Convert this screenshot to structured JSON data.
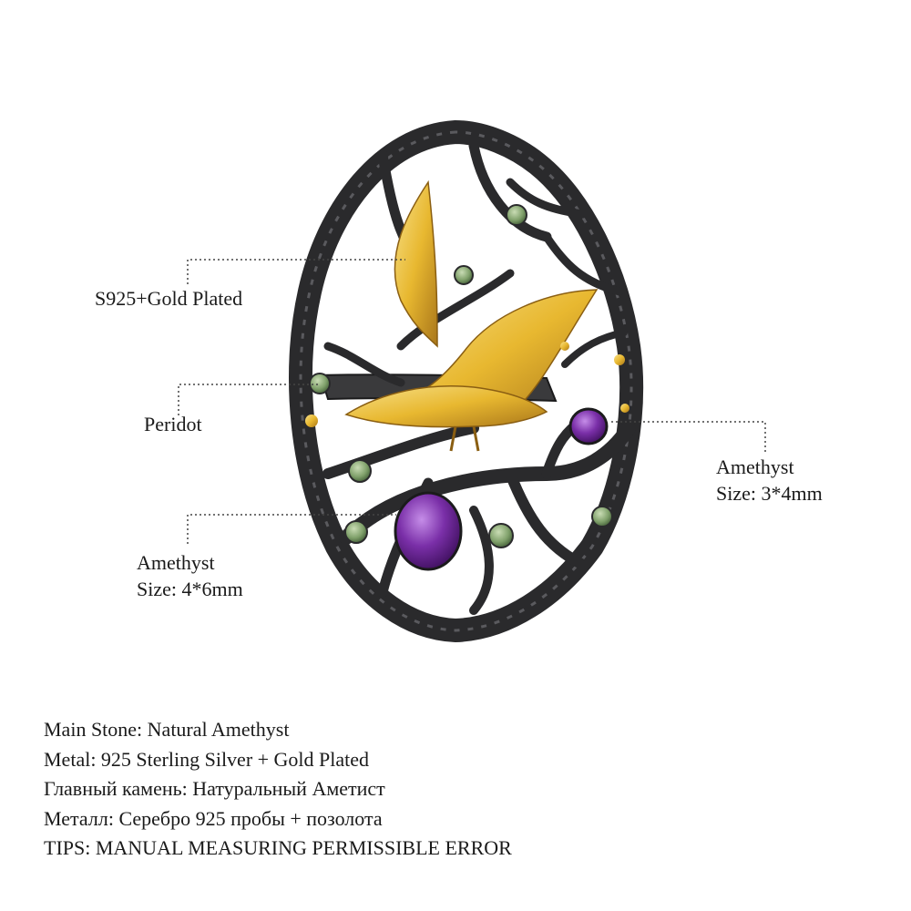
{
  "callouts": {
    "metal": {
      "text": "S925+Gold Plated"
    },
    "side_stone": {
      "text": "Peridot"
    },
    "small_amethyst": {
      "name": "Amethyst",
      "size": "Size: 3*4mm"
    },
    "main_amethyst": {
      "name": "Amethyst",
      "size": "Size: 4*6mm"
    }
  },
  "specs": [
    "Main Stone: Natural Amethyst",
    "Metal: 925 Sterling Silver + Gold Plated",
    "Главный камень: Натуральный Аметист",
    "Металл: Серебро 925 пробы + позолота",
    "TIPS: MANUAL MEASURING PERMISSIBLE ERROR"
  ],
  "colors": {
    "ring_metal": "#2a2a2c",
    "gold": "#e8b830",
    "amethyst": "#7a2fa8",
    "peridot": "#7fa06a",
    "leader_line": "#444444"
  }
}
